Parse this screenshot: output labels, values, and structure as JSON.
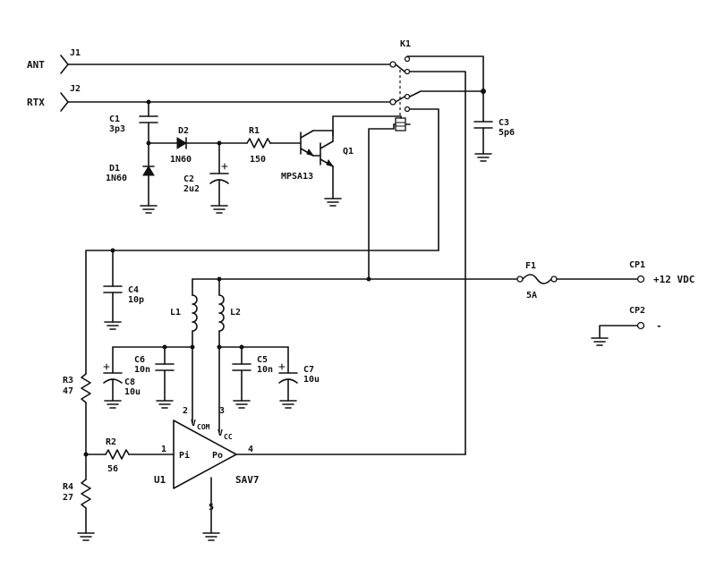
{
  "connectors": {
    "j1": {
      "ref": "J1",
      "label": "ANT"
    },
    "j2": {
      "ref": "J2",
      "label": "RTX"
    },
    "cp1": {
      "ref": "CP1",
      "label": "+12 VDC"
    },
    "cp2": {
      "ref": "CP2",
      "label": "-"
    }
  },
  "relay": {
    "ref": "K1"
  },
  "capacitors": {
    "c1": {
      "ref": "C1",
      "value": "3p3"
    },
    "c2": {
      "ref": "C2",
      "value": "2u2"
    },
    "c3": {
      "ref": "C3",
      "value": "5p6"
    },
    "c4": {
      "ref": "C4",
      "value": "10p"
    },
    "c5": {
      "ref": "C5",
      "value": "10n"
    },
    "c6": {
      "ref": "C6",
      "value": "10n"
    },
    "c7": {
      "ref": "C7",
      "value": "10u"
    },
    "c8": {
      "ref": "C8",
      "value": "10u"
    }
  },
  "diodes": {
    "d1": {
      "ref": "D1",
      "value": "1N60"
    },
    "d2": {
      "ref": "D2",
      "value": "1N60"
    }
  },
  "resistors": {
    "r1": {
      "ref": "R1",
      "value": "150"
    },
    "r2": {
      "ref": "R2",
      "value": "56"
    },
    "r3": {
      "ref": "R3",
      "value": "47"
    },
    "r4": {
      "ref": "R4",
      "value": "27"
    }
  },
  "transistor": {
    "ref": "Q1",
    "value": "MPSA13"
  },
  "inductors": {
    "l1": {
      "ref": "L1"
    },
    "l2": {
      "ref": "L2"
    }
  },
  "fuse": {
    "ref": "F1",
    "value": "5A"
  },
  "amplifier": {
    "ref": "U1",
    "value": "SAV7",
    "pin_in": "Pi",
    "pin_out": "Po",
    "vcom": "V",
    "vcom_sub": "COM",
    "vcc": "V",
    "vcc_sub": "CC",
    "pins": {
      "p1": "1",
      "p2": "2",
      "p3": "3",
      "p4": "4",
      "p5": "5"
    }
  }
}
